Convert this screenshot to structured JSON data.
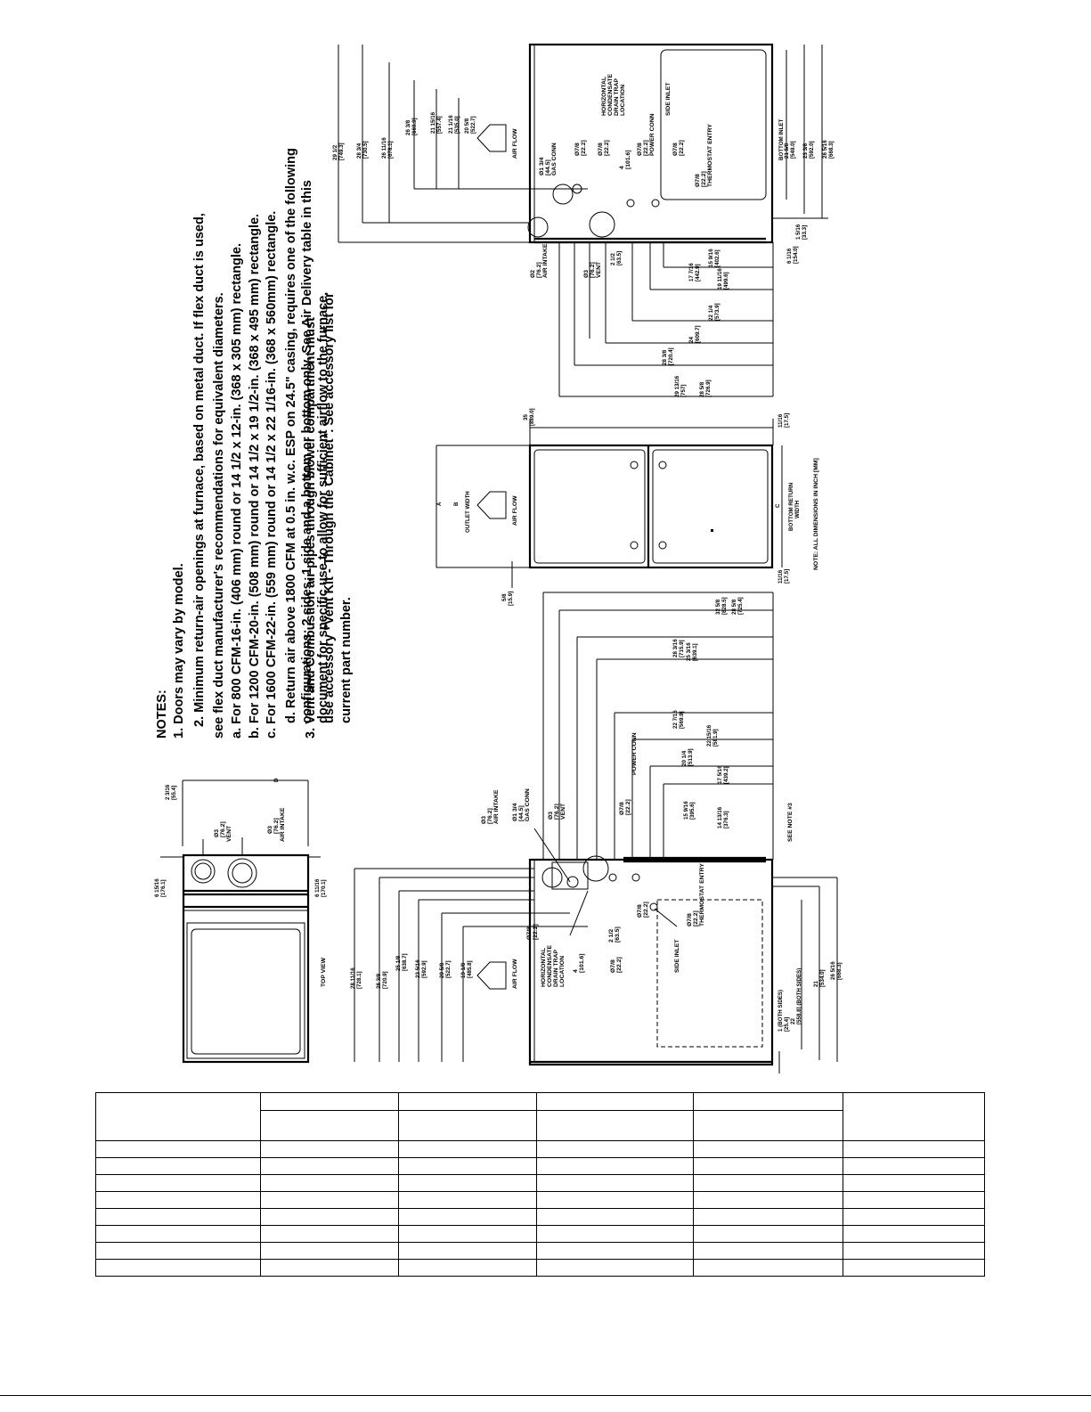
{
  "notes": [
    "NOTES:",
    "1. Doors may vary by model.",
    "2. Minimum return-air openings at furnace, based on metal duct. If flex duct is used,",
    "see flex duct manufacturer's recommendations for equivalent diameters.",
    "a. For 800 CFM-16-in. (406 mm) round or 14 1/2 x 12-in. (368 x 305 mm) rectangle.",
    "b. For 1200 CFM-20-in. (508 mm) round or 14 1/2 x 19 1/2-in. (368 x 495 mm) rectangle.",
    "c. For 1600 CFM-22-in. (559 mm) round or 14 1/2 x 22 1/16-in. (368 x 560mm) rectangle.",
    "d. Return air above 1800 CFM at 0.5 in. w.c. ESP on 24.5\" casing, requires one of the following",
    "configurations: 2 sides, 1 side and a bottom or bottom only. See Air Delivery table in this",
    "document for specific use to allow for sufficient airflow to the furnace.",
    "3. Vent and Combustion air pipes through blower compartment must",
    "use accessory \"Vent Kit - Through the Cabinet\". See accessory list for",
    "current part number."
  ],
  "top_view": {
    "title": "TOP VIEW",
    "dims": [
      "6 15/16",
      "[176.1]",
      "6 11/16",
      "[170.1]",
      "2 3/16",
      "[55.4]",
      "D"
    ],
    "labels": [
      "Ø3",
      "[76.2]",
      "VENT",
      "Ø3",
      "[76.2]",
      "AIR INTAKE"
    ]
  },
  "left_side_view": {
    "dims_left": [
      "28 11/16",
      "[728.1]",
      "28 3/8",
      "[720.9]",
      "25 1/8",
      "[638.7]",
      "23 5/16",
      "[592.9]",
      "20 5/8",
      "[522.7]",
      "19 1/8",
      "[485.8]"
    ],
    "dims_bottom": [
      "1 (BOTH SIDES)",
      "[25.4]",
      "22",
      "[558.8] (BOTH SIDES)",
      "21",
      "[534.0]",
      "26 5/16",
      "[668.3]"
    ],
    "dims_top": [
      "32 5/8",
      "[828.5]",
      "28 5/8",
      "[725.4]",
      "28 3/16",
      "[715.9]",
      "25 3/16",
      "[639.1]",
      "22 7/16",
      "[569.9]",
      "22 15/16",
      "[581.9]",
      "20 1/4",
      "[513.9]",
      "17 5/16",
      "[439.2]",
      "15 9/16",
      "[395.6]",
      "14 13/16",
      "[376.3]"
    ],
    "callouts": [
      "Ø3",
      "[76.2]",
      "AIR INTAKE",
      "Ø1 3/4",
      "[44.5]",
      "GAS CONN",
      "Ø3",
      "[76.2]",
      "VENT",
      "Ø7/8",
      "[22.2]",
      "POWER CONN",
      "Ø7/8",
      "[22.2]",
      "Ø7/8",
      "[22.2]",
      "Ø7/8",
      "[22.2]",
      "Ø7/8",
      "[22.2]",
      "THERMOSTAT ENTRY",
      "2 1/2",
      "[63.5]",
      "4",
      "[101.6]",
      "SEE NOTE #3"
    ],
    "labels": [
      "AIR FLOW",
      "HORIZONTAL",
      "CONDENSATE",
      "DRAIN TRAP",
      "LOCATION",
      "SIDE INLET"
    ]
  },
  "front_view": {
    "dims": [
      "A",
      "B",
      "OUTLET WIDTH",
      "5/8",
      "[15.9]",
      "35",
      "[889.0]",
      "11/16",
      "[17.5]",
      "11/16",
      "[17.5]",
      "C",
      "BOTTOM RETURN",
      "WIDTH"
    ],
    "labels": [
      "AIR FLOW"
    ],
    "note": "NOTE: ALL DIMENSIONS IN INCH [MM]"
  },
  "right_side_view": {
    "dims_right": [
      "29 1/2",
      "[749.3]",
      "28 3/4",
      "[730.5]",
      "26 11/16",
      "[678.1]",
      "26 3/8",
      "[669.9]",
      "21 15/16",
      "[557.4]",
      "21 1/16",
      "[535.0]",
      "20 5/8",
      "[522.7]"
    ],
    "dims_bottom": [
      "29 13/16",
      "[757]",
      "28 5/8",
      "[726.9]",
      "28 3/8",
      "[720.4]",
      "24",
      "[609.7]",
      "22 1/4",
      "[573.9]",
      "19 11/16",
      "[499.6]",
      "17 7/16",
      "[442.9]",
      "15 9/16",
      "[402.6]",
      "2 1/2",
      "[63.5]",
      "6 1/16",
      "[154.0]",
      "1 5/16",
      "[33.3]"
    ],
    "dims_inlet": [
      "BOTTOM INLET",
      "21 5/8",
      "[549.0]",
      "23 3/8",
      "[592.0]",
      "26 5/16",
      "[668.3]"
    ],
    "callouts": [
      "Ø2",
      "[76.2]",
      "AIR INTAKE",
      "Ø3",
      "[76.2]",
      "VENT",
      "Ø1 3/4",
      "[44.5]",
      "GAS CONN",
      "Ø7/8",
      "[22.2]",
      "Ø7/8",
      "[22.2]",
      "Ø7/8",
      "[22.2]",
      "POWER CONN",
      "Ø7/8",
      "[22.2]",
      "Ø7/8",
      "[22.2]",
      "THERMOSTAT ENTRY",
      "4",
      "[101.6]"
    ],
    "labels": [
      "AIR FLOW",
      "HORIZONTAL",
      "CONDENSATE",
      "DRAIN TRAP",
      "LOCATION",
      "SIDE INLET"
    ]
  },
  "table": {
    "columns": 6,
    "rows": 10
  }
}
